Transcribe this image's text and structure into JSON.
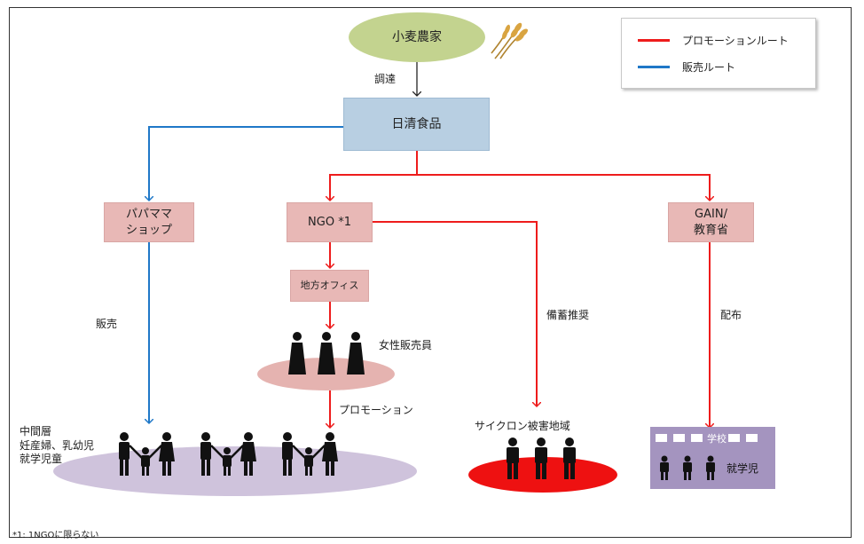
{
  "colors": {
    "promotion": "#ee1c1c",
    "sales": "#1f78c8",
    "node_pink": "#e8b8b6",
    "node_blue": "#b8cfe2",
    "node_green": "#c3d38f",
    "ellipse_purple": "#cfc3dc",
    "ellipse_red": "#ee1111",
    "school_purple": "#a494bf"
  },
  "legend": {
    "promotion_label": "プロモーションルート",
    "sales_label": "販売ルート"
  },
  "nodes": {
    "farmer": "小麦農家",
    "nissin": "日清食品",
    "papamama_1": "パパママ",
    "papamama_2": "ショップ",
    "ngo": "NGO *1",
    "gain_1": "GAIN/",
    "gain_2": "教育省",
    "local_office": "地方オフィス"
  },
  "edge_labels": {
    "procurement": "調達",
    "sales": "販売",
    "stockpile": "備蓄推奨",
    "distribution": "配布",
    "promotion": "プロモーション"
  },
  "groups": {
    "saleswomen": "女性販売員",
    "middle_line1": "中間層",
    "middle_line2": "妊産婦、乳幼児",
    "middle_line3": "就学児童",
    "cyclone": "サイクロン被害地域",
    "school": "学校",
    "students": "就学児"
  },
  "footnote": "*1: 1NGOに限らない",
  "icons": [
    "wheat-icon",
    "person-icon",
    "family-icon"
  ]
}
